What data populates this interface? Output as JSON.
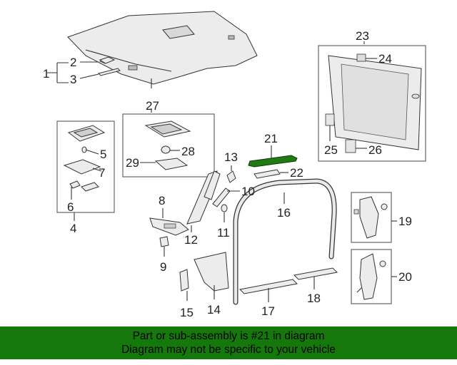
{
  "callouts": {
    "c1": "1",
    "c2": "2",
    "c3": "3",
    "c4": "4",
    "c5": "5",
    "c6": "6",
    "c7": "7",
    "c8": "8",
    "c9": "9",
    "c10": "10",
    "c11": "11",
    "c12": "12",
    "c13": "13",
    "c14": "14",
    "c15": "15",
    "c16": "16",
    "c17": "17",
    "c18": "18",
    "c19": "19",
    "c20": "20",
    "c21": "21",
    "c22": "22",
    "c23": "23",
    "c24": "24",
    "c25": "25",
    "c26": "26",
    "c27": "27",
    "c28": "28",
    "c29": "29"
  },
  "colors": {
    "highlight": "#1f7a12",
    "banner": "#14780b"
  },
  "banner": {
    "line1": "Part or sub-assembly is #21 in diagram",
    "line2": "Diagram may not be specific to your vehicle"
  }
}
